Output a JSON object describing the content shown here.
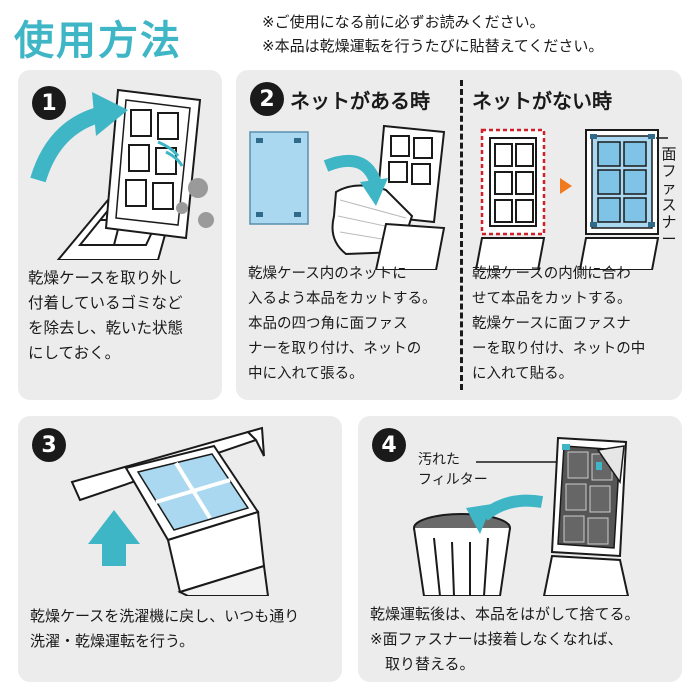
{
  "title": "使用方法",
  "notes": [
    "※ご使用になる前に必ずお読みください。",
    "※本品は乾燥運転を行うたびに貼替えてください。"
  ],
  "steps": {
    "s1": {
      "number": "1",
      "lines": [
        "乾燥ケースを取り外し",
        "付着しているゴミなど",
        "を除去し、乾いた状態",
        "にしておく。"
      ]
    },
    "s2": {
      "number": "2",
      "heading_left": "ネットがある時",
      "heading_right": "ネットがない時",
      "lines_left": [
        "乾燥ケース内のネットに",
        "入るよう本品をカットする。",
        "本品の四つ角に面ファス",
        "ナーを取り付け、ネットの",
        "中に入れて張る。"
      ],
      "lines_right": [
        "乾燥ケースの内側に合わ",
        "せて本品をカットする。",
        "乾燥ケースに面ファスナ",
        "ーを取り付け、ネットの中",
        "に入れて貼る。"
      ],
      "vertical_label": [
        "面",
        "フ",
        "ァ",
        "ス",
        "ナ",
        "ー"
      ]
    },
    "s3": {
      "number": "3",
      "lines": [
        "乾燥ケースを洗濯機に戻し、いつも通り",
        "洗濯・乾燥運転を行う。"
      ]
    },
    "s4": {
      "number": "4",
      "label": [
        "汚れた",
        "フィルター"
      ],
      "lines": [
        "乾燥運転後は、本品をはがして捨てる。",
        "※面ファスナーは接着しなくなれば、",
        "　取り替える。"
      ]
    }
  },
  "colors": {
    "accent": "#3fb6c6",
    "filter_blue": "#a9d8f0",
    "panel_bg": "#ececec",
    "arrow_orange": "#f07a1e",
    "dashed_red": "#d0202a"
  }
}
